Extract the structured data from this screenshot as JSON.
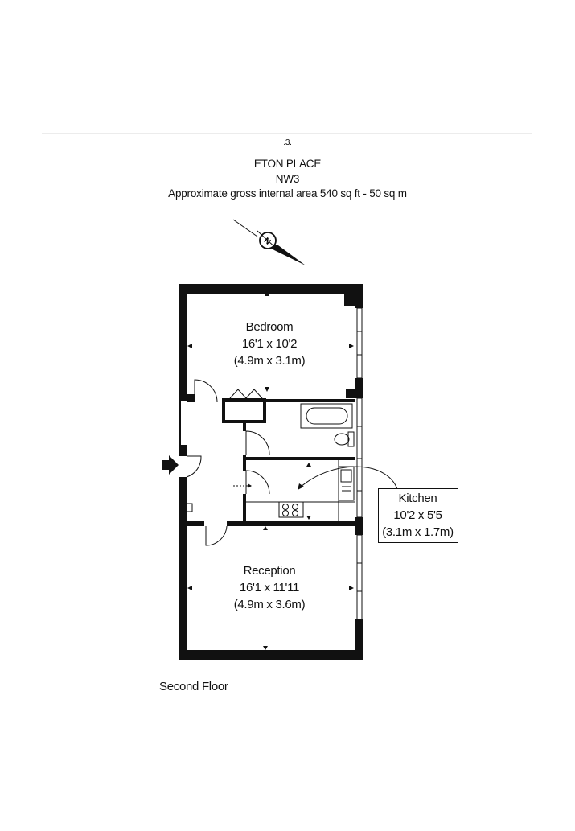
{
  "header": {
    "ref": ".3.",
    "address_line1": "ETON PLACE",
    "address_line2": "NW3",
    "area": "Approximate gross internal area 540 sq ft - 50 sq m"
  },
  "compass": {
    "icon": "north-arrow-icon",
    "letter": "N"
  },
  "rooms": {
    "bedroom": {
      "name": "Bedroom",
      "imperial": "16'1 x 10'2",
      "metric": "(4.9m x 3.1m)"
    },
    "kitchen": {
      "name": "Kitchen",
      "imperial": "10'2 x 5'5",
      "metric": "(3.1m x 1.7m)"
    },
    "reception": {
      "name": "Reception",
      "imperial": "16'1 x 11'11",
      "metric": "(4.9m x 3.6m)"
    }
  },
  "floor_name": "Second Floor",
  "colors": {
    "wall": "#111111",
    "background": "#ffffff"
  }
}
